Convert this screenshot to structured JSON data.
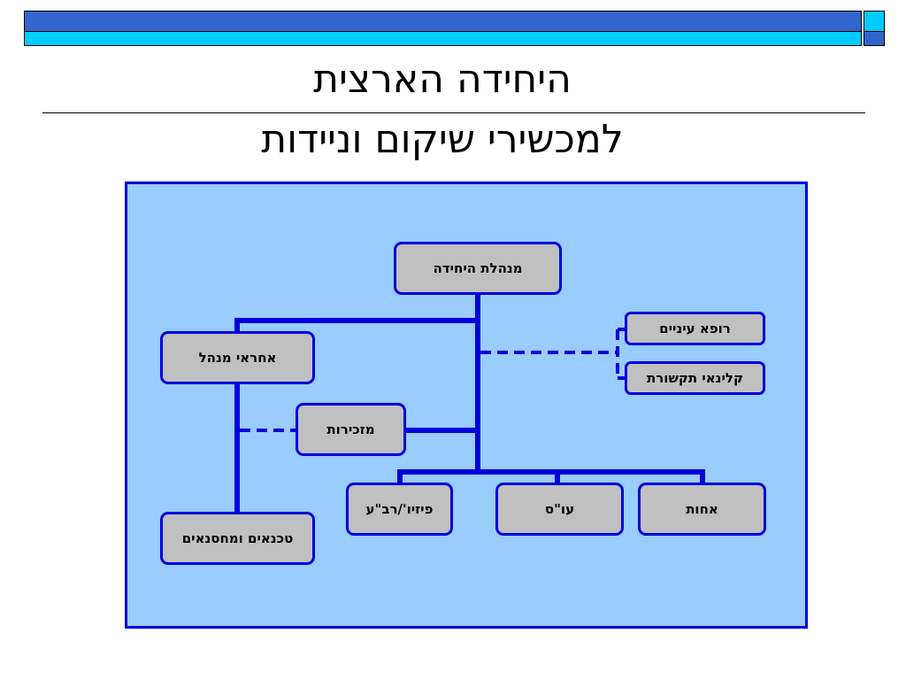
{
  "header": {
    "title_line1": "היחידה הארצית",
    "title_line2": "למכשירי שיקום וניידות"
  },
  "org_chart": {
    "root": "מנהלת היחידה",
    "admin_head": "אחראי מנהל",
    "secretariat": "מזכירות",
    "technicians": "טכנאים ומחסנאים",
    "eye_doctor": "רופא עיניים",
    "communication_clinician": "קלינאי תקשורת",
    "physio": "פיזיו'/רב\"ע",
    "ot": "עו\"ס",
    "nurse": "אחות",
    "colors": {
      "panel": "#99ccff",
      "node_fill": "#c0c0c0",
      "line": "#0000dd"
    }
  }
}
